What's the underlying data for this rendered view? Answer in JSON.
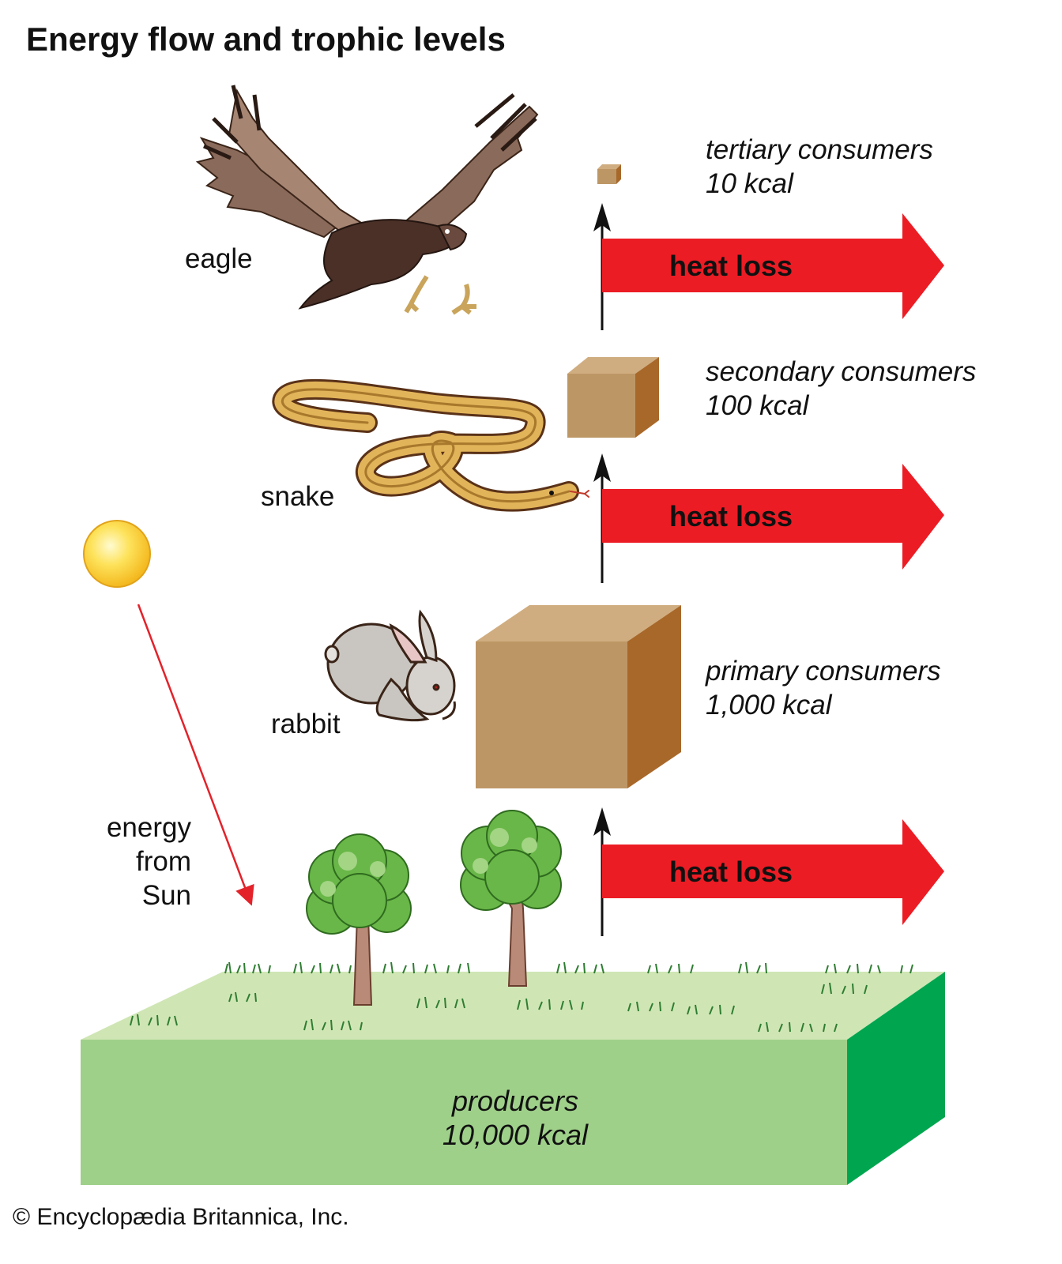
{
  "title": "Energy flow and trophic levels",
  "colors": {
    "heat_arrow": "#ec1c24",
    "box_front": "#bd9666",
    "box_top": "#d0ad80",
    "box_side": "#a8682a",
    "ground_top": "#cfe6b4",
    "ground_front": "#9fd08a",
    "ground_side": "#00a64f",
    "sun": "#f8c818"
  },
  "animals": {
    "eagle": "eagle",
    "snake": "snake",
    "rabbit": "rabbit"
  },
  "levels": {
    "tertiary": {
      "name": "tertiary consumers",
      "energy": "10 kcal"
    },
    "secondary": {
      "name": "secondary consumers",
      "energy": "100 kcal"
    },
    "primary": {
      "name": "primary consumers",
      "energy": "1,000 kcal"
    },
    "producers": {
      "name": "producers",
      "energy": "10,000 kcal"
    }
  },
  "heat_loss_label": "heat loss",
  "sun_label": {
    "line1": "energy",
    "line2": "from",
    "line3": "Sun"
  },
  "credit": "© Encyclopædia Britannica, Inc."
}
